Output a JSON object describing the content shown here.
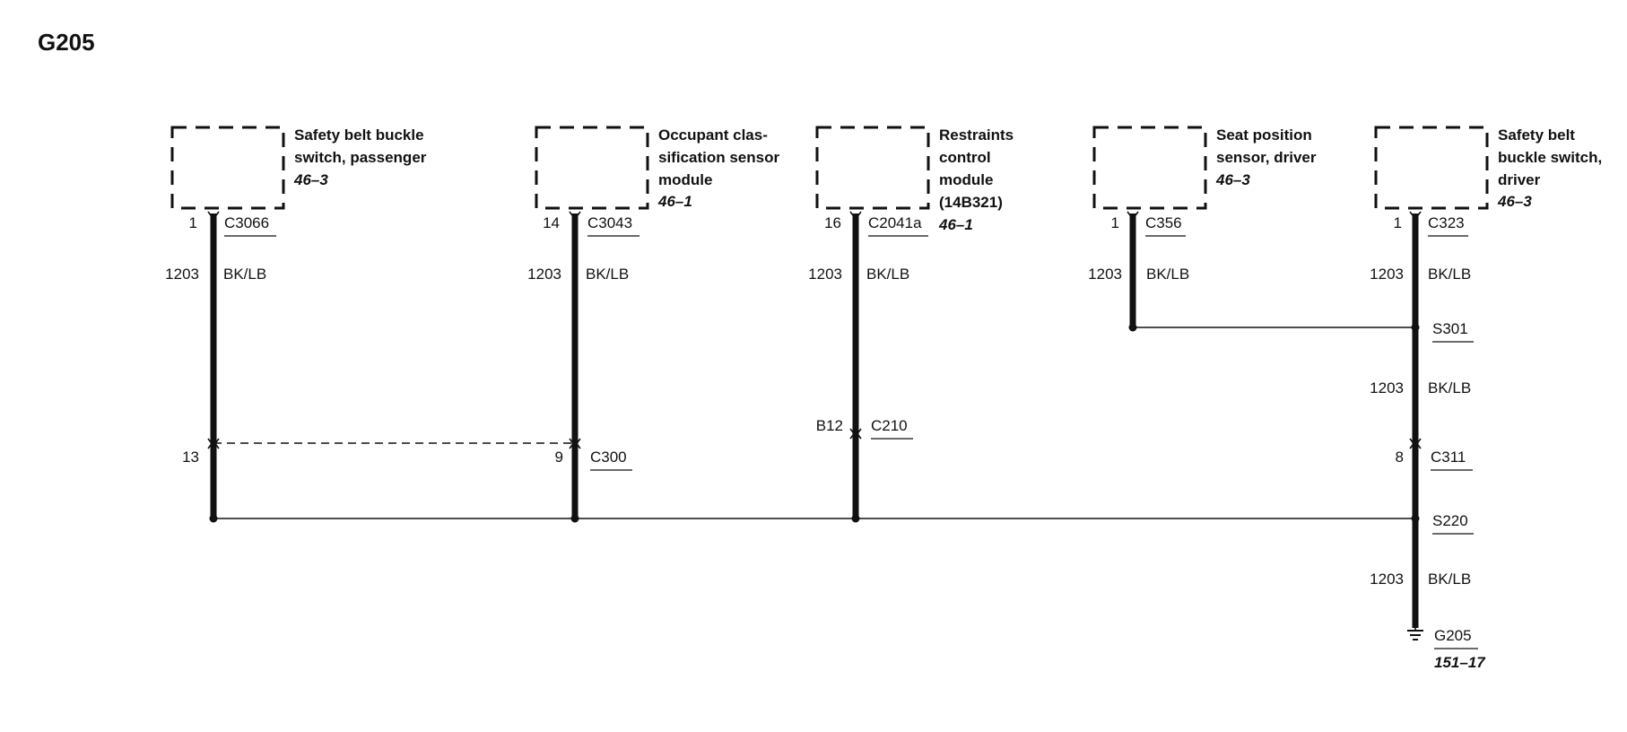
{
  "title": "G205",
  "components": [
    {
      "name_lines": [
        "Safety belt buckle",
        "switch, passenger"
      ],
      "ref": "46–3"
    },
    {
      "name_lines": [
        "Occupant clas-",
        "sification sensor",
        "module"
      ],
      "ref": "46–1"
    },
    {
      "name_lines": [
        "Restraints",
        "control",
        "module",
        "(14B321)"
      ],
      "ref": "46–1"
    },
    {
      "name_lines": [
        "Seat position",
        "sensor, driver"
      ],
      "ref": "46–3"
    },
    {
      "name_lines": [
        "Safety belt",
        "buckle switch,",
        "driver"
      ],
      "ref": "46–3"
    }
  ],
  "connectors": {
    "c3066": {
      "pin": "1",
      "name": "C3066"
    },
    "c3043": {
      "pin": "14",
      "name": "C3043"
    },
    "c2041a": {
      "pin": "16",
      "name": "C2041a"
    },
    "c356": {
      "pin": "1",
      "name": "C356"
    },
    "c323": {
      "pin": "1",
      "name": "C323"
    },
    "c300_left": {
      "pin": "13"
    },
    "c300": {
      "pin": "9",
      "name": "C300"
    },
    "c210": {
      "pin": "B12",
      "name": "C210"
    },
    "c311": {
      "pin": "8",
      "name": "C311"
    }
  },
  "wire": {
    "circuit": "1203",
    "color": "BK/LB"
  },
  "splices": {
    "s301": "S301",
    "s220": "S220"
  },
  "ground": {
    "name": "G205",
    "ref": "151–17"
  }
}
